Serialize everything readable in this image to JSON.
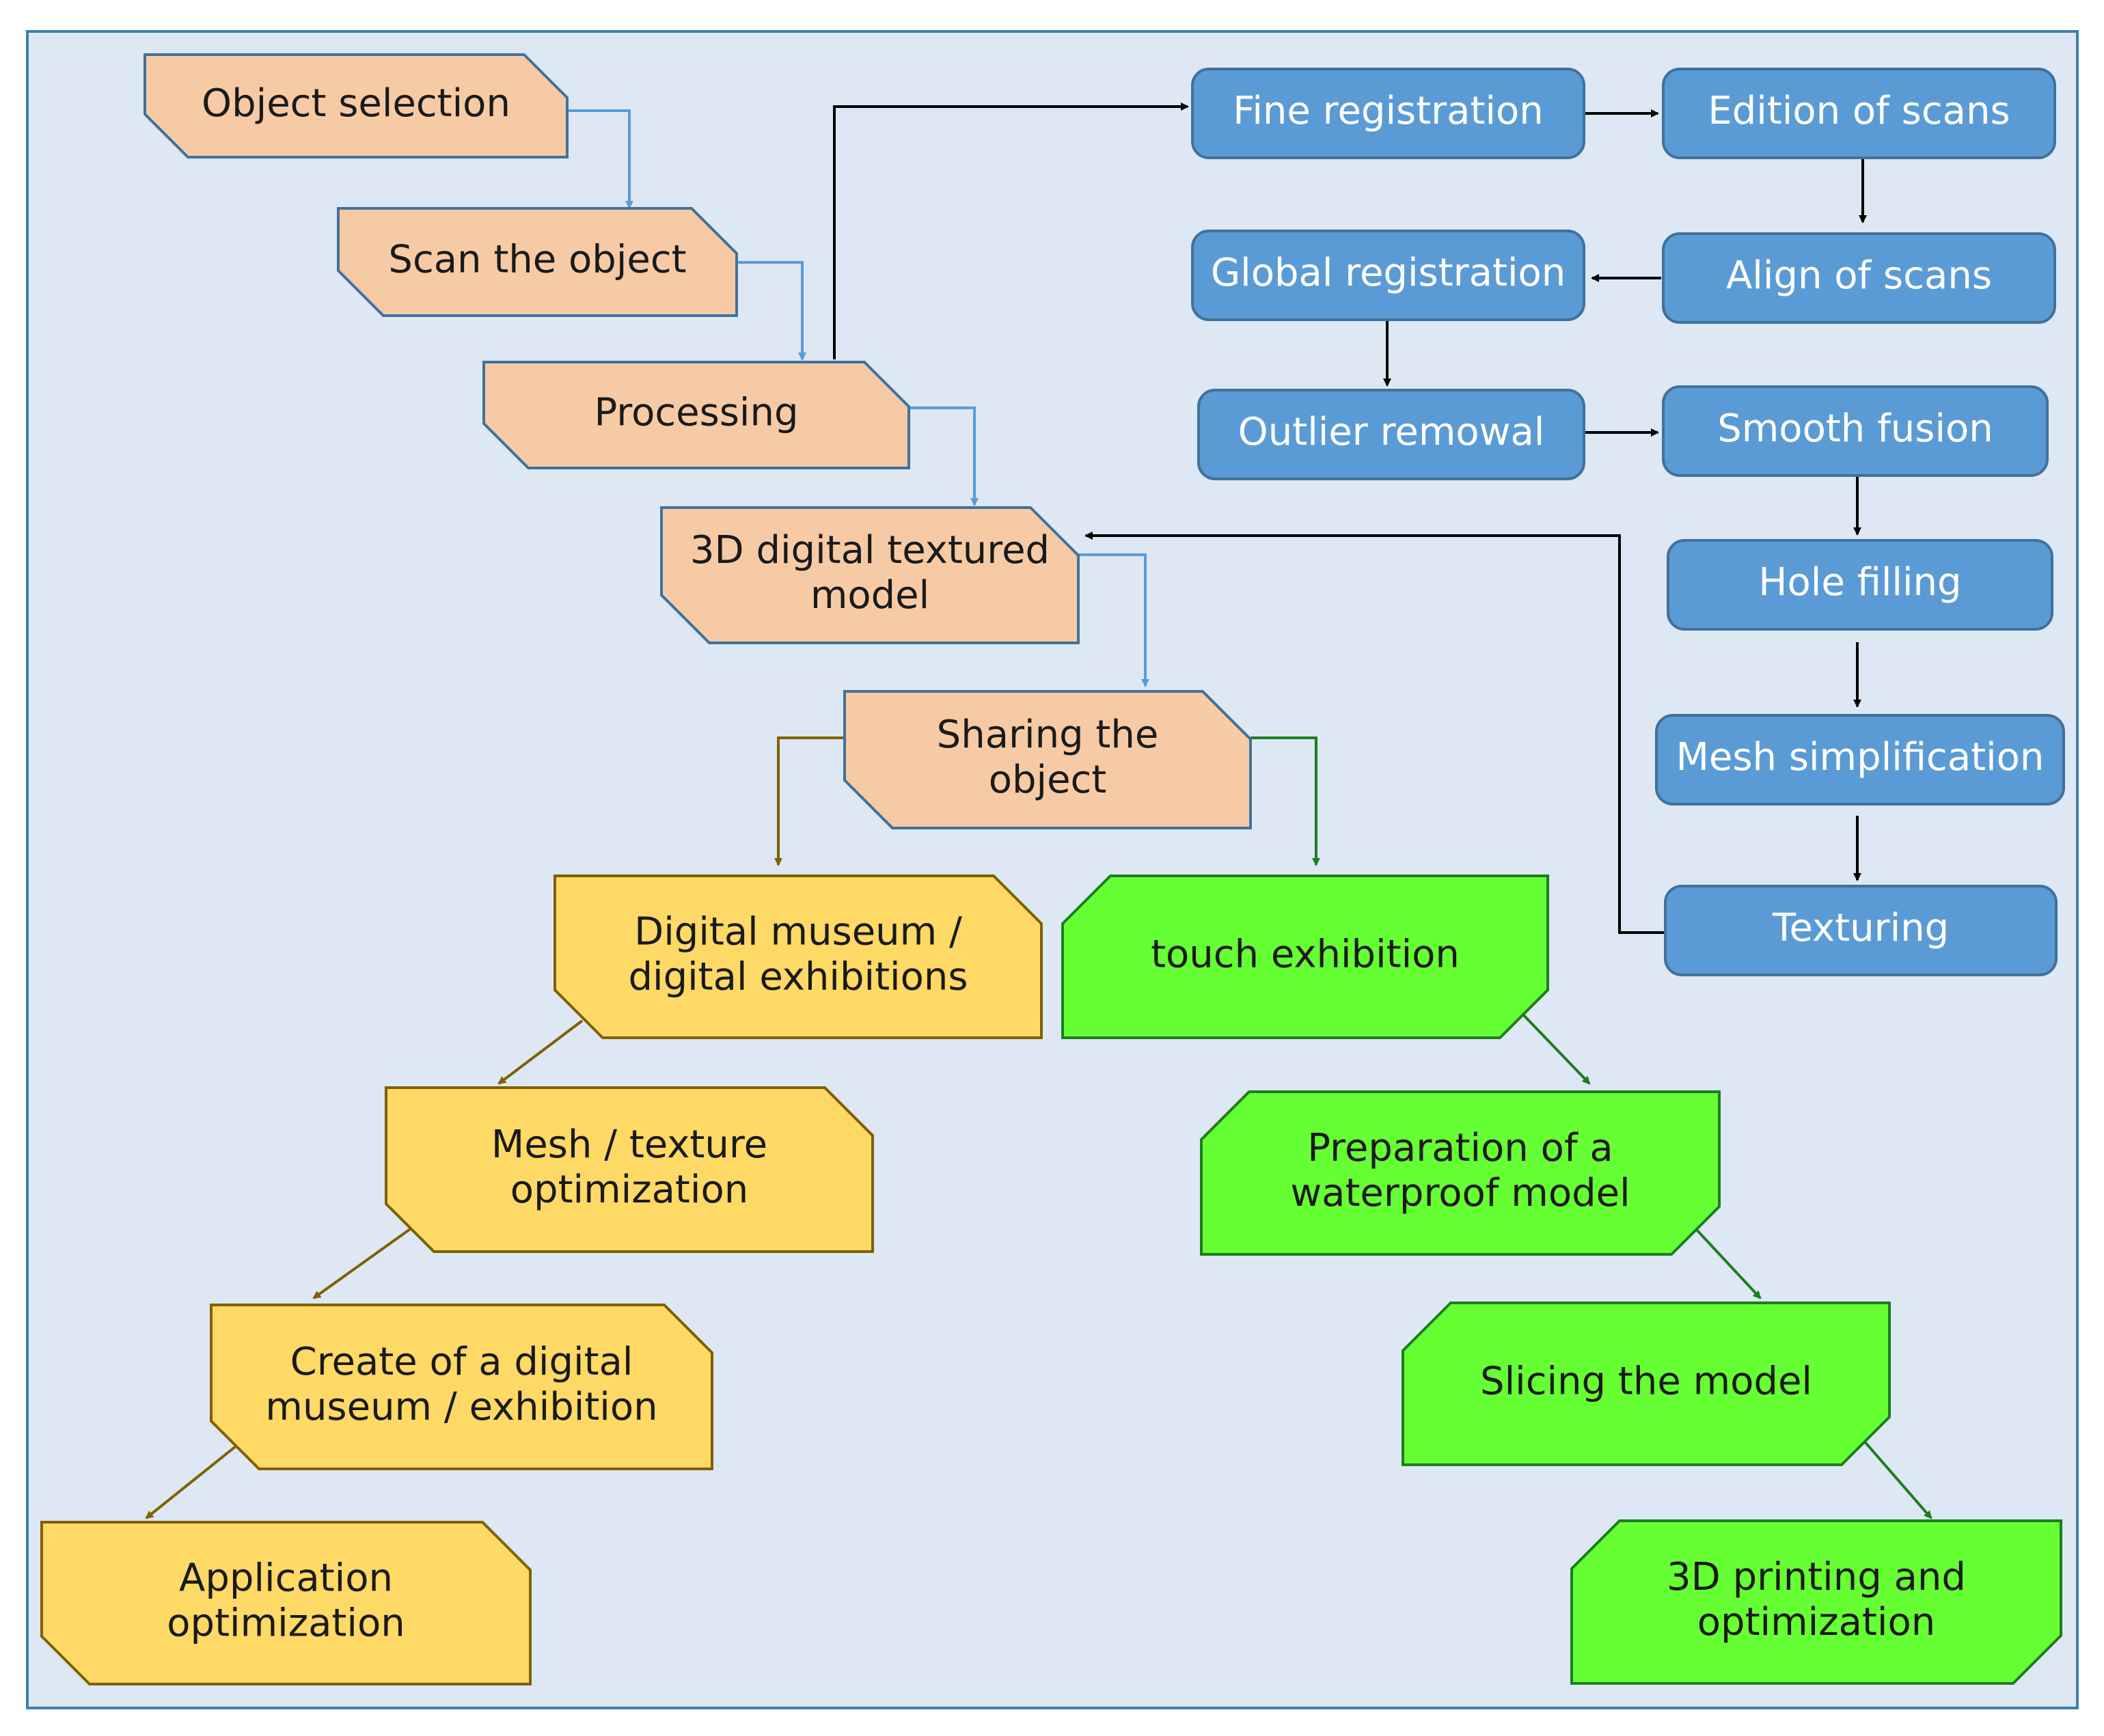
{
  "colors": {
    "background": "#dde8f4",
    "frame": "#3f7fa9",
    "peach": "#f7caa6",
    "yellow": "#ffd966",
    "green": "#66ff33",
    "blue": "#5b9bd5",
    "blue_border": "#41719c",
    "arrow_blue": "#5b9bd5",
    "arrow_brown": "#7f6000",
    "arrow_green": "#1e7d1e",
    "arrow_black": "#000000"
  },
  "nodes": {
    "object_selection": [
      "Object selection"
    ],
    "scan_object": [
      "Scan the object"
    ],
    "processing": [
      "Processing"
    ],
    "textured_model": [
      "3D digital textured",
      "model"
    ],
    "sharing": [
      "Sharing the",
      "object"
    ],
    "digital_museum": [
      "Digital museum /",
      "digital exhibitions"
    ],
    "mesh_texture": [
      "Mesh / texture",
      "optimization"
    ],
    "create_museum": [
      "Create of a digital",
      "museum / exhibition"
    ],
    "application_opt": [
      "Application",
      "optimization"
    ],
    "touch_exhibition": [
      "touch exhibition"
    ],
    "waterproof": [
      "Preparation of a",
      "waterproof model"
    ],
    "slicing": [
      "Slicing the model"
    ],
    "printing": [
      "3D printing and",
      "optimization"
    ],
    "fine_registration": [
      "Fine registration"
    ],
    "edition_scans": [
      "Edition of scans"
    ],
    "align_scans": [
      "Align of scans"
    ],
    "global_registration": [
      "Global registration"
    ],
    "outlier_removal": [
      "Outlier remowal"
    ],
    "smooth_fusion": [
      "Smooth fusion"
    ],
    "hole_filling": [
      "Hole filling"
    ],
    "mesh_simplification": [
      "Mesh simplification"
    ],
    "texturing": [
      "Texturing"
    ]
  }
}
